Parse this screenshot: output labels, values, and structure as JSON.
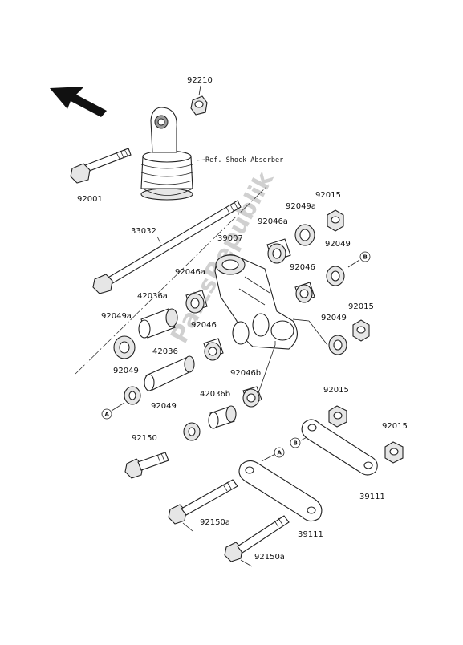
{
  "watermark": "PartsRepublik",
  "reference_label": "Ref. Shock Absorber",
  "circle_marks": {
    "a": "A",
    "b": "B"
  },
  "parts": {
    "p92210": "92210",
    "p92001": "92001",
    "p33032": "33032",
    "p39007": "39007",
    "p92015_top": "92015",
    "p92049a_top": "92049a",
    "p92046a_top": "92046a",
    "p92049_right1": "92049",
    "p92046_right": "92046",
    "p92046a_mid": "92046a",
    "p42036a": "42036a",
    "p92049a_left": "92049a",
    "p92046_mid": "92046",
    "p42036": "42036",
    "p92049_right2": "92049",
    "p92015_right": "92015",
    "p92049_left": "92049",
    "p92046b": "92046b",
    "p42036b": "42036b",
    "p92049_mid": "92049",
    "p92015_low1": "92015",
    "p92015_low2": "92015",
    "p92150": "92150",
    "p39111_right": "39111",
    "p92150a_1": "92150a",
    "p39111_low": "39111",
    "p92150a_2": "92150a"
  }
}
